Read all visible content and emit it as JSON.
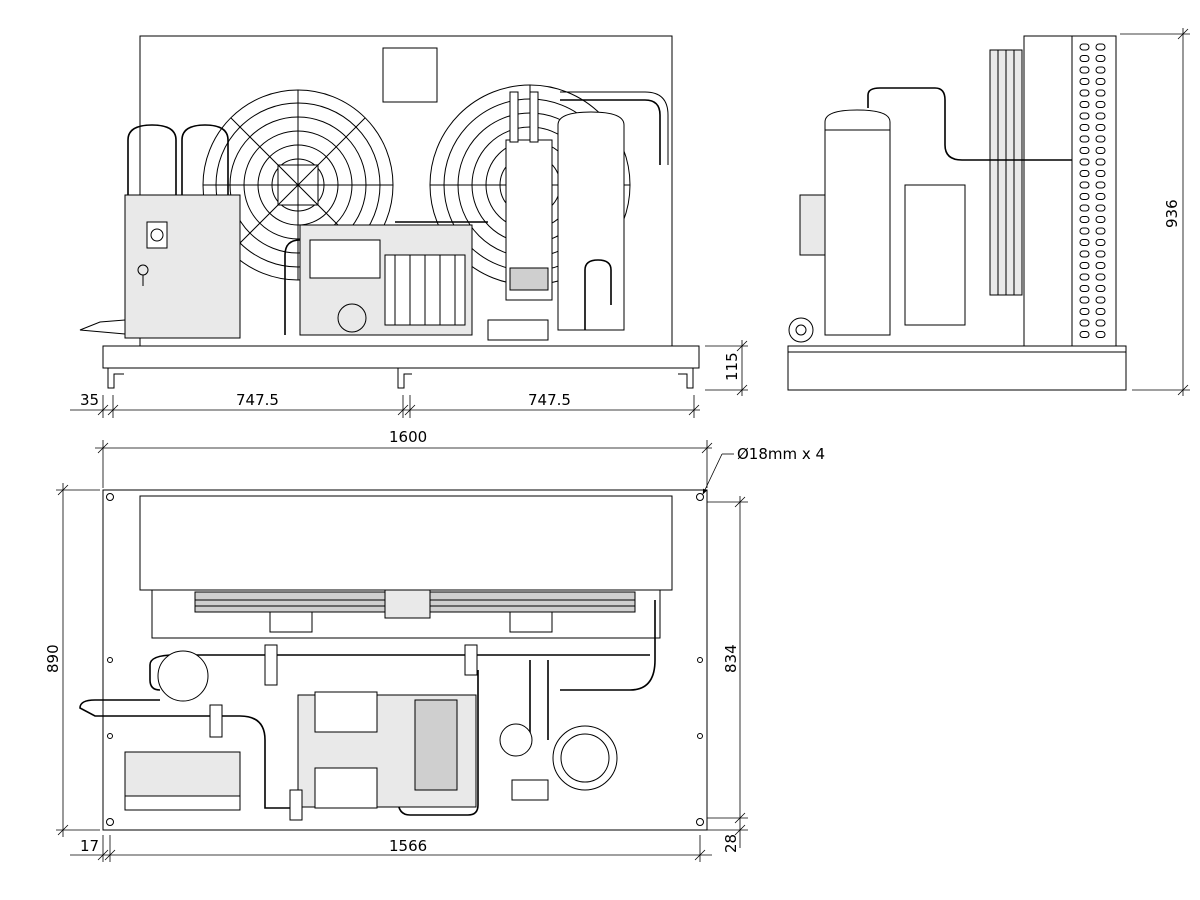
{
  "dimensions": {
    "front_left_margin": "35",
    "front_span_left": "747.5",
    "front_span_right": "747.5",
    "front_base_height": "115",
    "side_height": "936",
    "overall_length": "1600",
    "hole_callout": "Ø18mm x 4",
    "plan_depth": "890",
    "plan_inner_depth": "834",
    "plan_left_margin": "17",
    "plan_inner_length": "1566",
    "plan_bottom_margin": "28"
  },
  "colors": {
    "line": "#000000",
    "fill_light": "#e9e9e9",
    "fill_dark": "#cfcfcf",
    "background": "#ffffff"
  },
  "icons": [
    "fan-guard-icon",
    "compressor-icon",
    "receiver-tank-icon",
    "electrical-box-icon",
    "main-switch-icon"
  ]
}
